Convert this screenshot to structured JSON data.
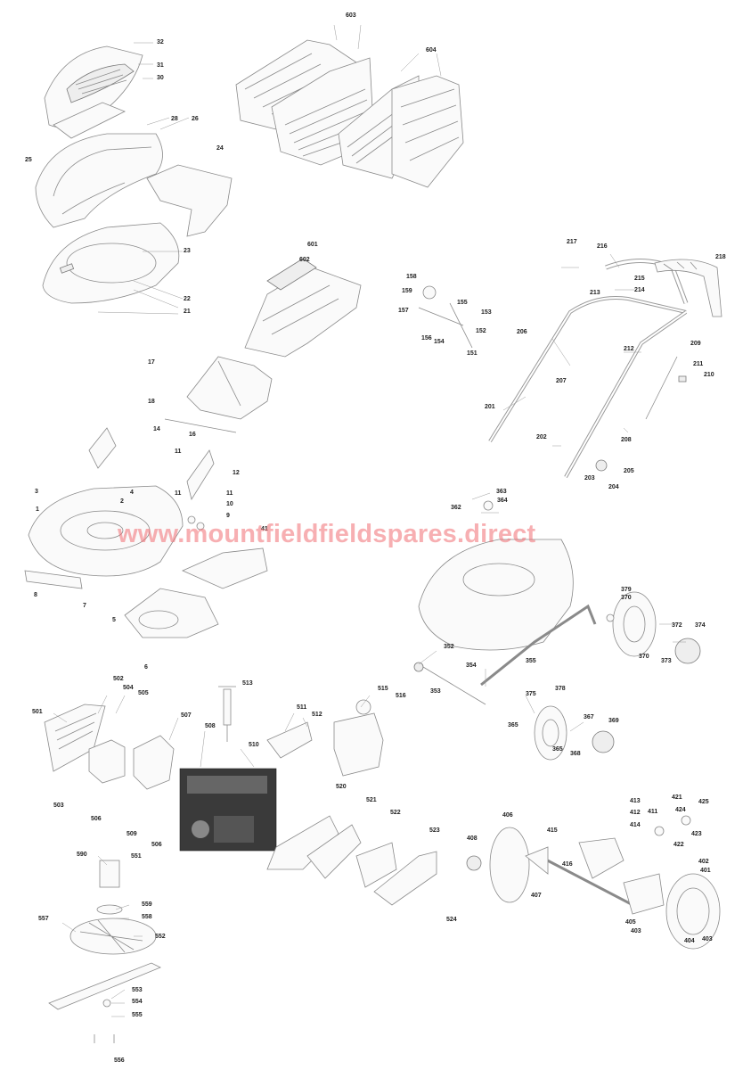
{
  "watermark": "www.mountfieldfieldspares.direct",
  "callouts": [
    "603",
    "604",
    "32",
    "31",
    "30",
    "28",
    "26",
    "25",
    "24",
    "23",
    "22",
    "21",
    "601",
    "602",
    "17",
    "18",
    "16",
    "14",
    "11",
    "12",
    "10",
    "9",
    "3",
    "4",
    "2",
    "1",
    "41",
    "8",
    "7",
    "5",
    "6",
    "158",
    "159",
    "157",
    "155",
    "153",
    "152",
    "151",
    "156",
    "154",
    "217",
    "216",
    "218",
    "215",
    "214",
    "213",
    "206",
    "212",
    "209",
    "211",
    "210",
    "207",
    "201",
    "202",
    "208",
    "203",
    "204",
    "205",
    "363",
    "364",
    "362",
    "379",
    "370",
    "372",
    "374",
    "373",
    "352",
    "354",
    "353",
    "355",
    "375",
    "378",
    "367",
    "369",
    "365",
    "368",
    "502",
    "504",
    "505",
    "501",
    "503",
    "506",
    "507",
    "508",
    "509",
    "513",
    "511",
    "512",
    "510",
    "515",
    "516",
    "520",
    "521",
    "522",
    "523",
    "524",
    "590",
    "551",
    "559",
    "558",
    "557",
    "552",
    "553",
    "554",
    "555",
    "556",
    "408",
    "406",
    "413",
    "412",
    "415",
    "414",
    "411",
    "416",
    "407",
    "421",
    "424",
    "425",
    "422",
    "423",
    "402",
    "401",
    "405",
    "403",
    "404"
  ]
}
